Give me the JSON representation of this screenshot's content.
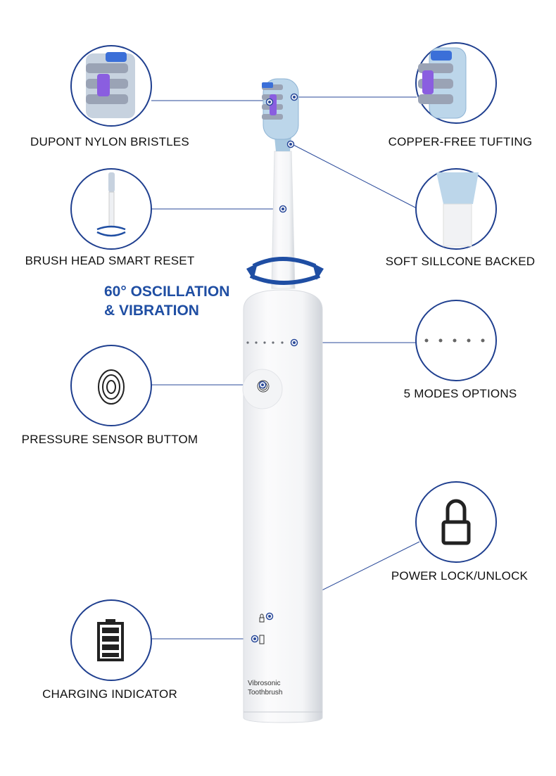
{
  "headline": {
    "line1": "60° OSCILLATION",
    "line2": "& VIBRATION"
  },
  "features": [
    {
      "label": "DUPONT NYLON BRISTLES",
      "icon": "bristles-closeup-icon"
    },
    {
      "label": "COPPER-FREE TUFTING",
      "icon": "tufting-closeup-icon"
    },
    {
      "label": "BRUSH HEAD SMART RESET",
      "icon": "brush-head-reset-icon"
    },
    {
      "label": "SOFT SILLCONE BACKED",
      "icon": "silicone-back-icon"
    },
    {
      "label": "5 MODES OPTIONS",
      "icon": "mode-dots-icon"
    },
    {
      "label": "PRESSURE SENSOR BUTTOM",
      "icon": "fingerprint-icon"
    },
    {
      "label": "POWER LOCK/UNLOCK",
      "icon": "lock-icon"
    },
    {
      "label": "CHARGING INDICATOR",
      "icon": "battery-icon"
    }
  ],
  "product": {
    "brand_line1": "Vibrosonic",
    "brand_line2": "Toothbrush"
  },
  "colors": {
    "accent": "#1f4ea3",
    "circle": "#1f3f8f",
    "line": "#2a4a9a"
  }
}
